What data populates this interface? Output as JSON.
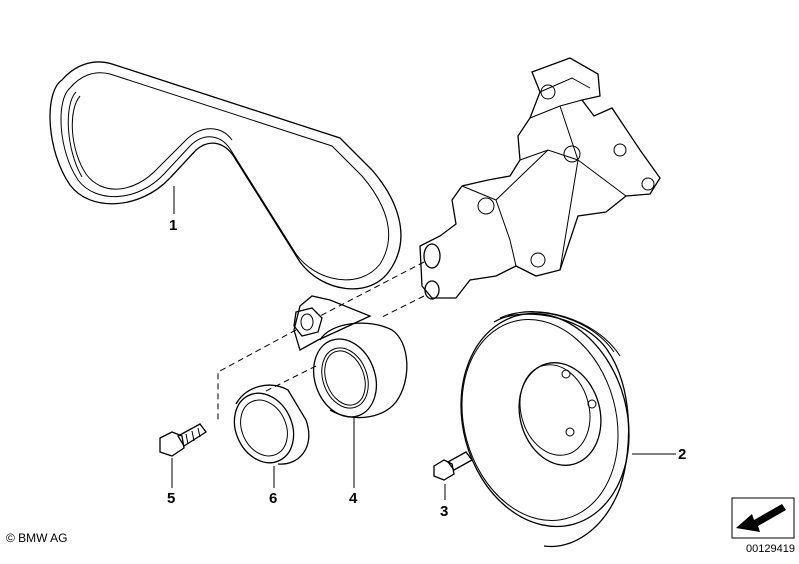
{
  "callouts": {
    "belt": "1",
    "pulley": "2",
    "pulley_bolt": "3",
    "tensioner": "4",
    "tensioner_bolt": "5",
    "cover_cap": "6"
  },
  "footer": {
    "copyright": "© BMW AG",
    "diagram_id": "00129419"
  }
}
